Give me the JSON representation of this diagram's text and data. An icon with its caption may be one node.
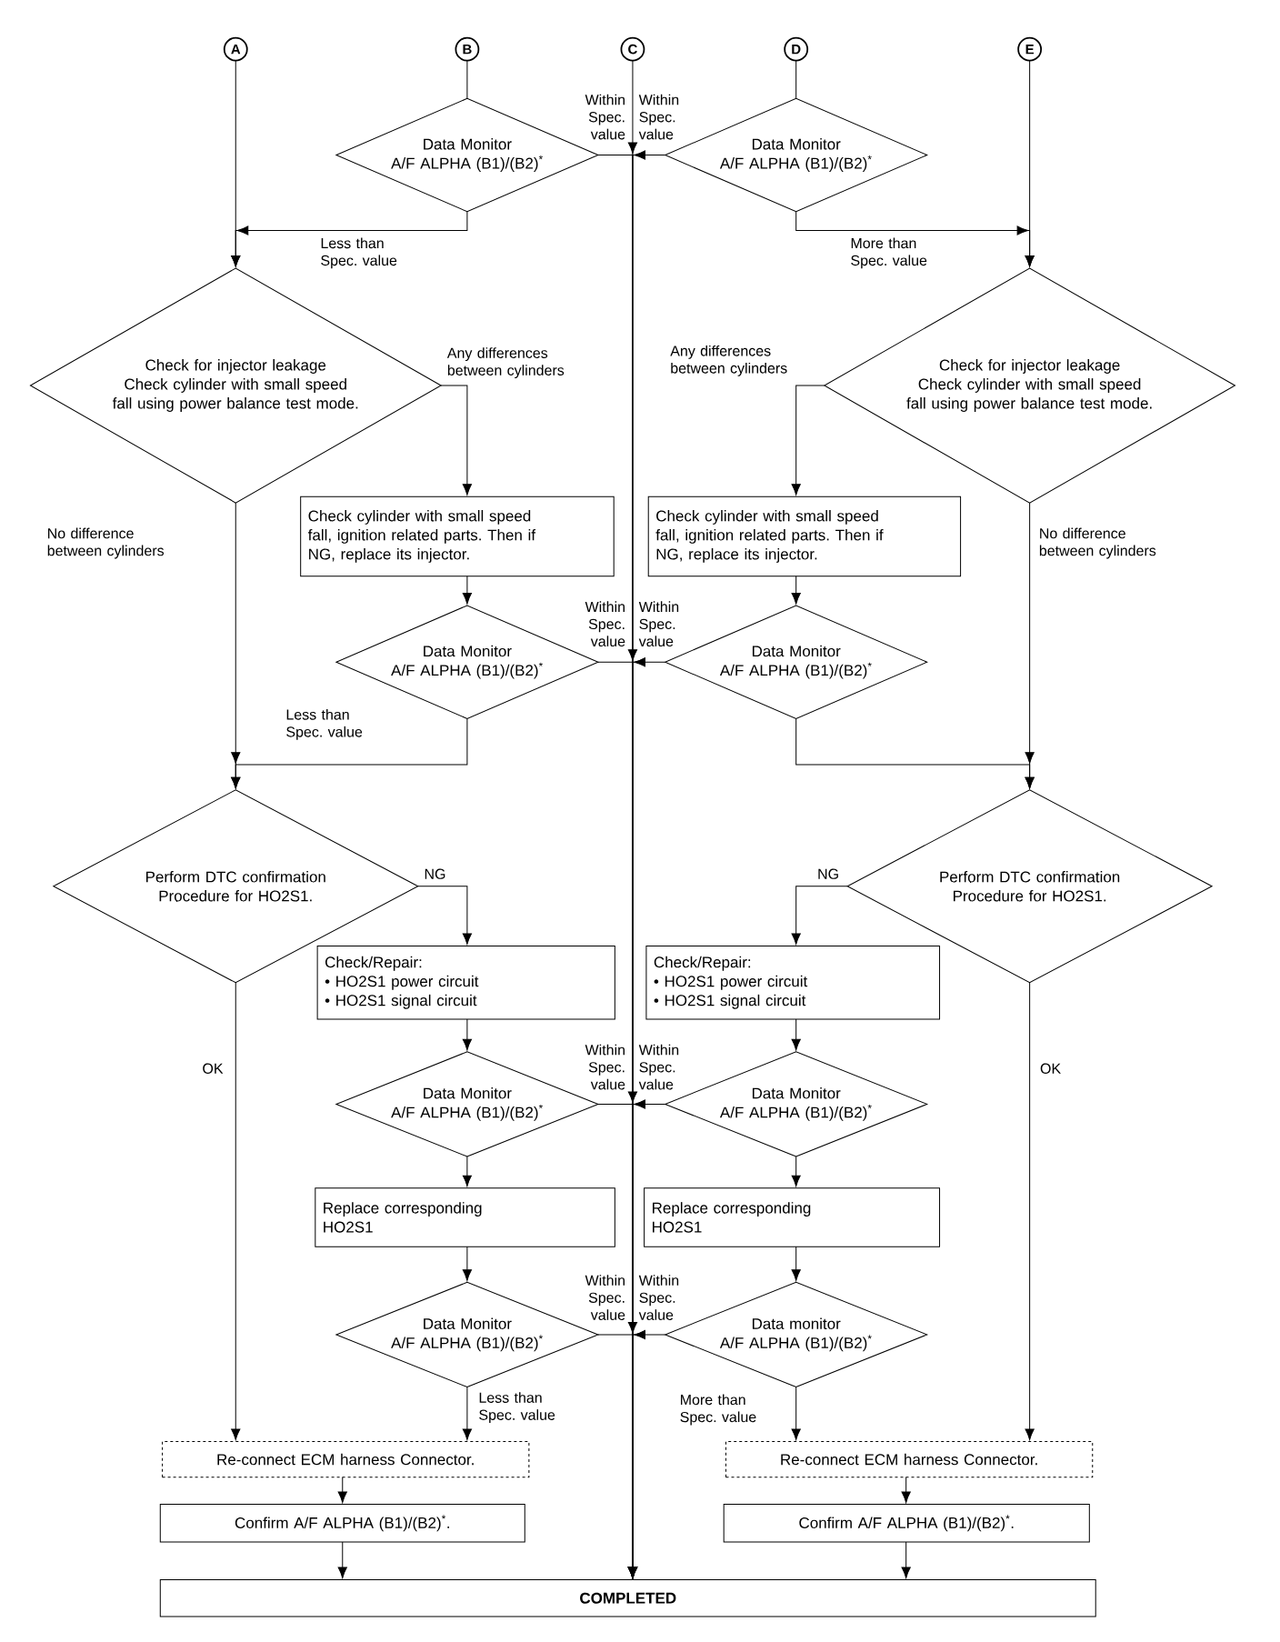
{
  "diagram": {
    "nodes": [
      {
        "text": [
          "A"
        ]
      },
      {
        "text": [
          "B"
        ]
      },
      {
        "text": [
          "C"
        ]
      },
      {
        "text": [
          "D"
        ]
      },
      {
        "text": [
          "E"
        ]
      },
      {
        "text": [
          "Data Monitor",
          "A/F ALPHA (B1)/(B2)$^{*}$"
        ]
      },
      {
        "text": [
          "Data Monitor",
          "A/F ALPHA (B1)/(B2)$^{*}$"
        ]
      },
      {
        "text": [
          "Check for injector leakage",
          "Check cylinder with small speed fall using power balance test mode."
        ]
      },
      {
        "text": [
          "Check for injector leakage",
          "Check cylinder with small speed fall using power balance test mode."
        ]
      },
      {
        "text": [
          "Check cylinder with small speed fall, ignition related parts. Then if NG, replace its injector."
        ]
      },
      {
        "text": [
          "Check cylinder with small speed fall, ignition related parts. Then if NG, replace its injector."
        ]
      },
      {
        "text": [
          "Data Monitor",
          "A/F ALPHA (B1)/(B2)$^{*}$"
        ]
      },
      {
        "text": [
          "Data Monitor",
          "A/F ALPHA (B1)/(B2)$^{*}$"
        ]
      },
      {
        "text": [
          "Perform DTC confirmation Procedure for HO2S1."
        ]
      },
      {
        "text": [
          "Perform DTC confirmation Procedure for HO2S1."
        ]
      },
      {
        "text": [
          "Check/Repair:",
          "• HO2S1 power circuit",
          "• HO2S1 signal circuit"
        ]
      },
      {
        "text": [
          "Check/Repair:",
          "• HO2S1 power circuit",
          "• HO2S1 signal circuit"
        ]
      },
      {
        "text": [
          "Data Monitor",
          "A/F ALPHA (B1)/(B2)$^{*}$"
        ]
      },
      {
        "text": [
          "Data Monitor",
          "A/F ALPHA (B1)/(B2)$^{*}$"
        ]
      },
      {
        "text": [
          "Replace corresponding HO2S1"
        ]
      },
      {
        "text": [
          "Replace corresponding HO2S1"
        ]
      },
      {
        "text": [
          "Data Monitor",
          "A/F ALPHA (B1)/(B2)$^{*}$"
        ]
      },
      {
        "text": [
          "Data monitor",
          "A/F ALPHA (B1)/(B2)$^{*}$"
        ]
      },
      {
        "text": [
          "Re-connect ECM harness Connector."
        ]
      },
      {
        "text": [
          "Re-connect ECM harness Connector."
        ]
      },
      {
        "text": [
          "Confirm A/F ALPHA (B1)/(B2)$^{*}$."
        ]
      },
      {
        "text": [
          "Confirm A/F ALPHA (B1)/(B2)$^{*}$."
        ]
      },
      {
        "text": [
          "COMPLETED"
        ]
      }
    ],
    "edges": [
      {
        "from": 0,
        "to": 7,
        "arrow": "to"
      },
      {
        "from": 1,
        "to": 5,
        "arrow": "none"
      },
      {
        "from": 2,
        "to": 27,
        "arrow": "to"
      },
      {
        "from": 3,
        "to": 6,
        "arrow": "none"
      },
      {
        "from": 4,
        "to": 8,
        "arrow": "to"
      },
      {
        "from": 5,
        "to": 27,
        "arrow": "to",
        "label": "Within Spec. value"
      },
      {
        "from": 6,
        "to": 27,
        "arrow": "to",
        "label": "Within Spec. value"
      },
      {
        "from": 5,
        "to": 7,
        "arrow": "to",
        "label": "Less than Spec. value"
      },
      {
        "from": 6,
        "to": 8,
        "arrow": "to",
        "label": "More than Spec. value"
      },
      {
        "from": 7,
        "to": 9,
        "arrow": "to",
        "label": "Any differences between cylinders"
      },
      {
        "from": 8,
        "to": 10,
        "arrow": "to",
        "label": "Any differences between cylinders"
      },
      {
        "from": 7,
        "to": 13,
        "arrow": "to",
        "label": "No difference between cylinders"
      },
      {
        "from": 8,
        "to": 14,
        "arrow": "to",
        "label": "No difference between cylinders"
      },
      {
        "from": 9,
        "to": 11,
        "arrow": "to"
      },
      {
        "from": 10,
        "to": 12,
        "arrow": "to"
      },
      {
        "from": 11,
        "to": 27,
        "arrow": "to",
        "label": "Within Spec. value"
      },
      {
        "from": 12,
        "to": 27,
        "arrow": "to",
        "label": "Within Spec. value"
      },
      {
        "from": 11,
        "to": 13,
        "arrow": "to",
        "label": "Less than Spec. value"
      },
      {
        "from": 12,
        "to": 14,
        "arrow": "to"
      },
      {
        "from": 13,
        "to": 15,
        "arrow": "to",
        "label": "NG"
      },
      {
        "from": 14,
        "to": 16,
        "arrow": "to",
        "label": "NG"
      },
      {
        "from": 13,
        "to": 23,
        "arrow": "to",
        "label": "OK"
      },
      {
        "from": 14,
        "to": 24,
        "arrow": "to",
        "label": "OK"
      },
      {
        "from": 15,
        "to": 17,
        "arrow": "to"
      },
      {
        "from": 16,
        "to": 18,
        "arrow": "to"
      },
      {
        "from": 17,
        "to": 27,
        "arrow": "to",
        "label": "Within Spec. value"
      },
      {
        "from": 18,
        "to": 27,
        "arrow": "to",
        "label": "Within Spec. value"
      },
      {
        "from": 17,
        "to": 19,
        "arrow": "to"
      },
      {
        "from": 18,
        "to": 20,
        "arrow": "to"
      },
      {
        "from": 19,
        "to": 21,
        "arrow": "to"
      },
      {
        "from": 20,
        "to": 22,
        "arrow": "to"
      },
      {
        "from": 21,
        "to": 27,
        "arrow": "to",
        "label": "Within Spec. value"
      },
      {
        "from": 22,
        "to": 27,
        "arrow": "to",
        "label": "Within Spec. value"
      },
      {
        "from": 21,
        "to": 23,
        "arrow": "to",
        "label": "Less than Spec. value"
      },
      {
        "from": 22,
        "to": 24,
        "arrow": "to",
        "label": "More than Spec. value"
      },
      {
        "from": 23,
        "to": 25,
        "arrow": "to"
      },
      {
        "from": 24,
        "to": 26,
        "arrow": "to"
      },
      {
        "from": 25,
        "to": 27,
        "arrow": "to"
      },
      {
        "from": 26,
        "to": 27,
        "arrow": "to"
      }
    ]
  }
}
